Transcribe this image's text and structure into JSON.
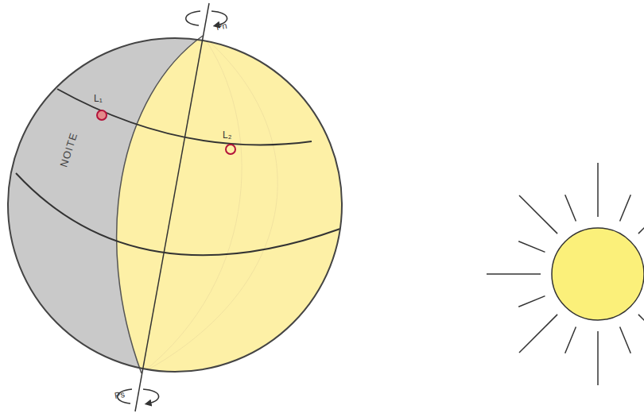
{
  "diagram": {
    "labels": [
      "Pn",
      "L₁",
      "L₂",
      "NOITE",
      "Ps"
    ]
  }
}
